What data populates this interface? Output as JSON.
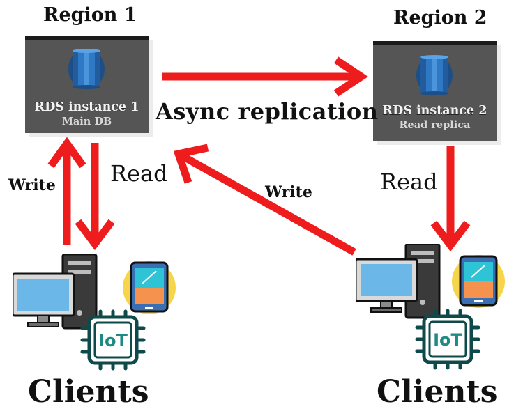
{
  "regions": [
    {
      "title": "Region 1",
      "db": {
        "name": "RDS instance 1",
        "role": "Main DB",
        "icon": "rds-database-icon"
      }
    },
    {
      "title": "Region 2",
      "db": {
        "name": "RDS instance 2",
        "role": "Read replica",
        "icon": "rds-database-icon"
      }
    }
  ],
  "arrows": {
    "replication_label": "Async replication",
    "left_write_label": "Write",
    "left_read_label": "Read",
    "cross_write_label": "Write",
    "right_read_label": "Read"
  },
  "clients": [
    {
      "label": "Clients",
      "icons": [
        "desktop-computer-icon",
        "tablet-icon",
        "iot-chip-icon"
      ]
    },
    {
      "label": "Clients",
      "icons": [
        "desktop-computer-icon",
        "tablet-icon",
        "iot-chip-icon"
      ]
    }
  ],
  "colors": {
    "arrow": "#ee1c1c",
    "card_bg": "#555555",
    "rds_blue": "#2d72b8",
    "iot_teal": "#1f8a85",
    "tablet_yellow": "#f7d54a"
  }
}
